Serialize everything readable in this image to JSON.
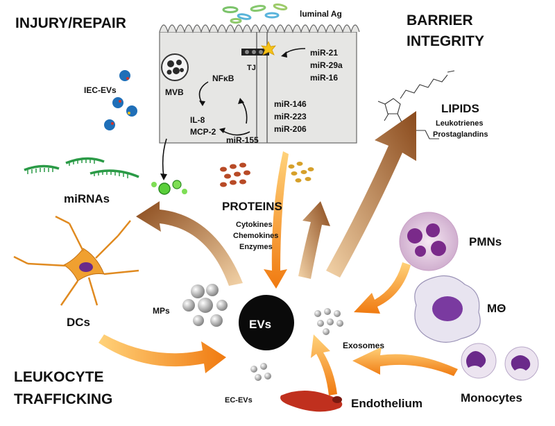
{
  "labels": {
    "injury_repair": "INJURY/REPAIR",
    "barrier": "BARRIER",
    "integrity": "INTEGRITY",
    "luminal_ag": "luminal Ag",
    "tj": "TJ",
    "nfkb": "NFκB",
    "mvb": "MVB",
    "iec_evs": "IEC-EVs",
    "il8": "IL-8",
    "mcp2": "MCP-2",
    "mir155": "miR-155",
    "mir21": "miR-21",
    "mir29a": "miR-29a",
    "mir16": "miR-16",
    "mir146": "miR-146",
    "mir223": "miR-223",
    "mir206": "miR-206",
    "lipids": "LIPIDS",
    "leukotrienes": "Leukotrienes",
    "prostaglandins": "Prostaglandins",
    "mirnas": "miRNAs",
    "proteins": "PROTEINS",
    "cytokines": "Cytokines",
    "chemokines": "Chemokines",
    "enzymes": "Enzymes",
    "pmns": "PMNs",
    "macrophage": "MΘ",
    "dcs": "DCs",
    "mps": "MPs",
    "evs": "EVs",
    "exosomes": "Exosomes",
    "leukocyte": "LEUKOCYTE",
    "trafficking": "TRAFFICKING",
    "ec_evs": "EC-EVs",
    "endothelium": "Endothelium",
    "monocytes": "Monocytes"
  }
}
